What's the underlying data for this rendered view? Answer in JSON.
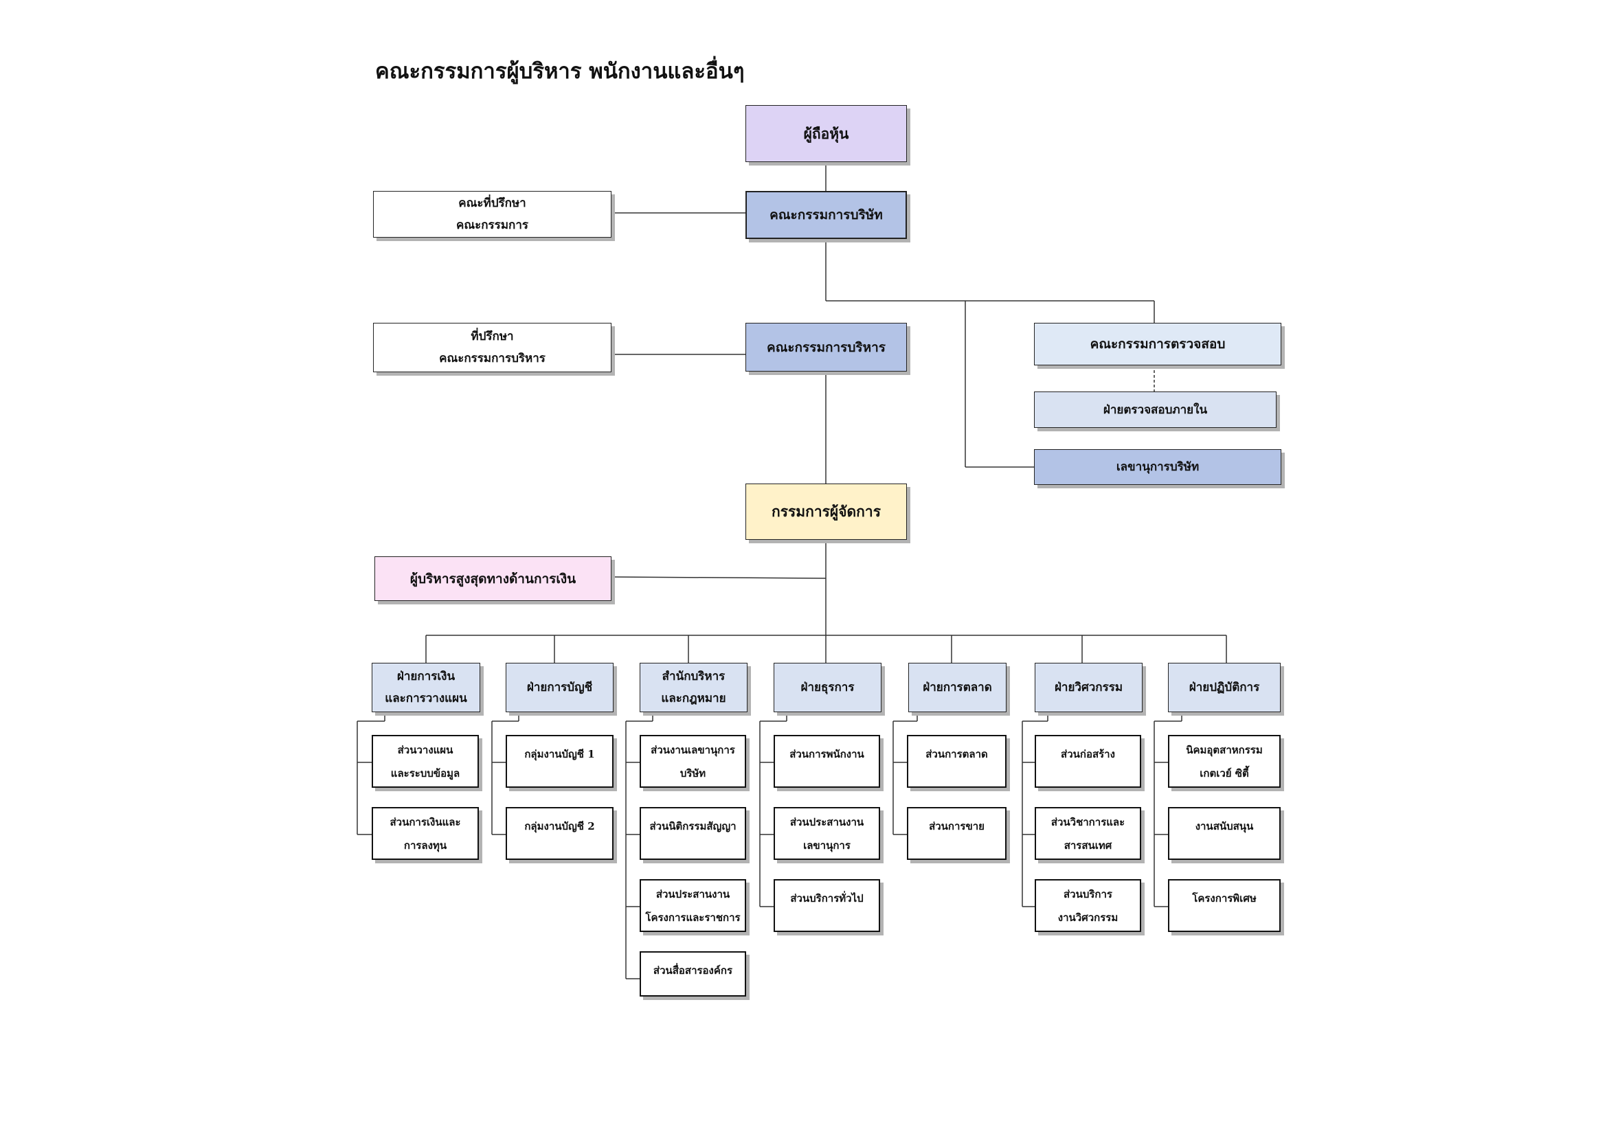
{
  "title": "คณะกรรมการผู้บริหาร พนักงานและอื่นๆ",
  "colors": {
    "lavender": "#ddd3f5",
    "blue": "#b3c3e6",
    "lightblue": "#dfe9f6",
    "paleblue": "#d9e2f2",
    "cream": "#fff2c9",
    "pink": "#fbe2f5",
    "white": "#ffffff"
  },
  "top": {
    "shareholders": "ผู้ถือหุ้น",
    "board": "คณะกรรมการบริษัท",
    "board_advisor": [
      "คณะที่ปรึกษา",
      "คณะกรรมการ"
    ],
    "executive_committee": "คณะกรรมการบริหาร",
    "exec_advisor": [
      "ที่ปรึกษา",
      "คณะกรรมการบริหาร"
    ],
    "audit_committee": "คณะกรรมการตรวจสอบ",
    "internal_audit": "ฝ่ายตรวจสอบภายใน",
    "company_secretary": "เลขานุการบริษัท",
    "managing_director": "กรรมการผู้จัดการ",
    "cfo": "ผู้บริหารสูงสุดทางด้านการเงิน"
  },
  "departments": [
    {
      "name": [
        "ฝ่ายการเงิน",
        "และการวางแผน"
      ],
      "units": [
        [
          "ส่วนวางแผน",
          "และระบบข้อมูล"
        ],
        [
          "ส่วนการเงินและ",
          "การลงทุน"
        ]
      ]
    },
    {
      "name": [
        "ฝ่ายการบัญชี"
      ],
      "units": [
        [
          "กลุ่มงานบัญชี 1"
        ],
        [
          "กลุ่มงานบัญชี 2"
        ]
      ]
    },
    {
      "name": [
        "สำนักบริหาร",
        "และกฎหมาย"
      ],
      "units": [
        [
          "ส่วนงานเลขานุการ",
          "บริษัท"
        ],
        [
          "ส่วนนิติกรรมสัญญา"
        ],
        [
          "ส่วนประสานงาน",
          "โครงการและราชการ"
        ],
        [
          "ส่วนสื่อสารองค์กร"
        ]
      ]
    },
    {
      "name": [
        "ฝ่ายธุรการ"
      ],
      "units": [
        [
          "ส่วนการพนักงาน"
        ],
        [
          "ส่วนประสานงาน",
          "เลขานุการ"
        ],
        [
          "ส่วนบริการทั่วไป"
        ]
      ]
    },
    {
      "name": [
        "ฝ่ายการตลาด"
      ],
      "units": [
        [
          "ส่วนการตลาด"
        ],
        [
          "ส่วนการขาย"
        ]
      ]
    },
    {
      "name": [
        "ฝ่ายวิศวกรรม"
      ],
      "units": [
        [
          "ส่วนก่อสร้าง"
        ],
        [
          "ส่วนวิชาการและ",
          "สารสนเทศ"
        ],
        [
          "ส่วนบริการ",
          "งานวิศวกรรม"
        ]
      ]
    },
    {
      "name": [
        "ฝ่ายปฏิบัติการ"
      ],
      "units": [
        [
          "นิคมอุตสาหกรรม",
          "เกตเวย์ ซิตี้"
        ],
        [
          "งานสนับสนุน"
        ],
        [
          "โครงการพิเศษ"
        ]
      ]
    }
  ]
}
